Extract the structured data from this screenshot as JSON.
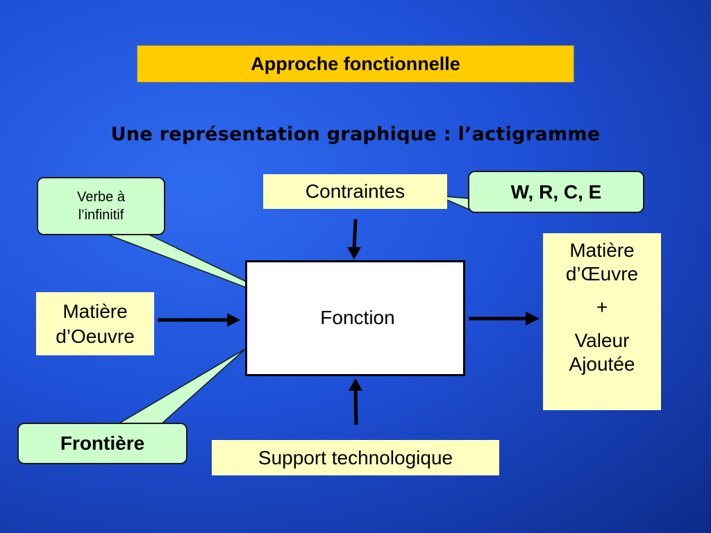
{
  "title": "Approche fonctionnelle",
  "subtitle": "Une représentation graphique : l’actigramme",
  "callouts": {
    "verbe_line1": "Verbe à",
    "verbe_line2": "l’infinitif",
    "wrce": "W, R, C, E",
    "frontiere": "Frontière"
  },
  "boxes": {
    "contraintes": "Contraintes",
    "fonction": "Fonction",
    "matiere_entree_line1": "Matière",
    "matiere_entree_line2": "d’Oeuvre",
    "matiere_sortie_line1": "Matière",
    "matiere_sortie_line2": "d’Œuvre",
    "plus": "+",
    "valeur_line1": "Valeur",
    "valeur_line2": "Ajoutée",
    "support": "Support technologique"
  },
  "colors": {
    "title_background": "#ffcc00",
    "box_background": "#ffffc0",
    "callout_background": "#ccffcc",
    "background": "#1f50d8"
  }
}
